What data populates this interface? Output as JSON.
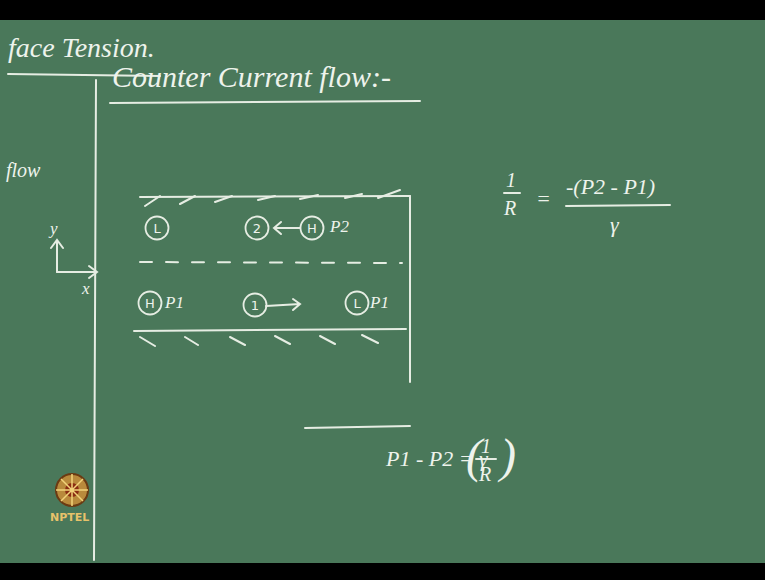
{
  "diagram": {
    "title": "face Tension.",
    "nodes": [
      {
        "text": [
          "L"
        ]
      },
      {
        "text": [
          "2"
        ]
      },
      {
        "text": [
          "H"
        ]
      },
      {
        "text": [
          "H"
        ]
      },
      {
        "text": [
          "1"
        ]
      },
      {
        "text": [
          "L"
        ]
      }
    ],
    "labels": [
      "Counter Current flow:-",
      "flow",
      "y",
      "x",
      "P2",
      "P1",
      "P1",
      "1",
      "R",
      "=",
      "-(P2 - P1)",
      "γ",
      "P1 - P2 = γ",
      "(",
      "1",
      "R",
      ")",
      "NPTEL"
    ]
  }
}
